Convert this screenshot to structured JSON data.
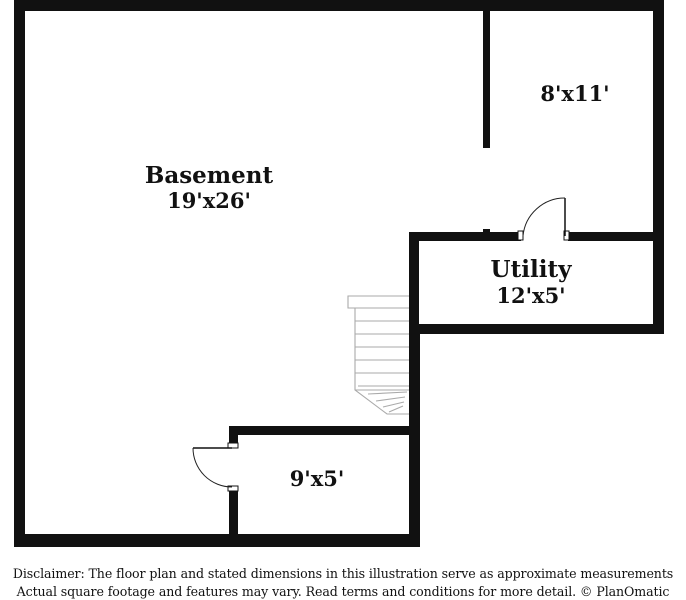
{
  "rooms": {
    "basement": {
      "name": "Basement",
      "dimensions": "19'x26'"
    },
    "room_ne": {
      "dimensions": "8'x11'"
    },
    "utility": {
      "name": "Utility",
      "dimensions": "12'x5'"
    },
    "room_sw": {
      "dimensions": "9'x5'"
    }
  },
  "disclaimer": {
    "line1": "Disclaimer: The floor plan and stated dimensions in this illustration serve as approximate measurements",
    "line2": "Actual square footage and features may vary. Read terms and conditions for more detail. © PlanOmatic"
  }
}
